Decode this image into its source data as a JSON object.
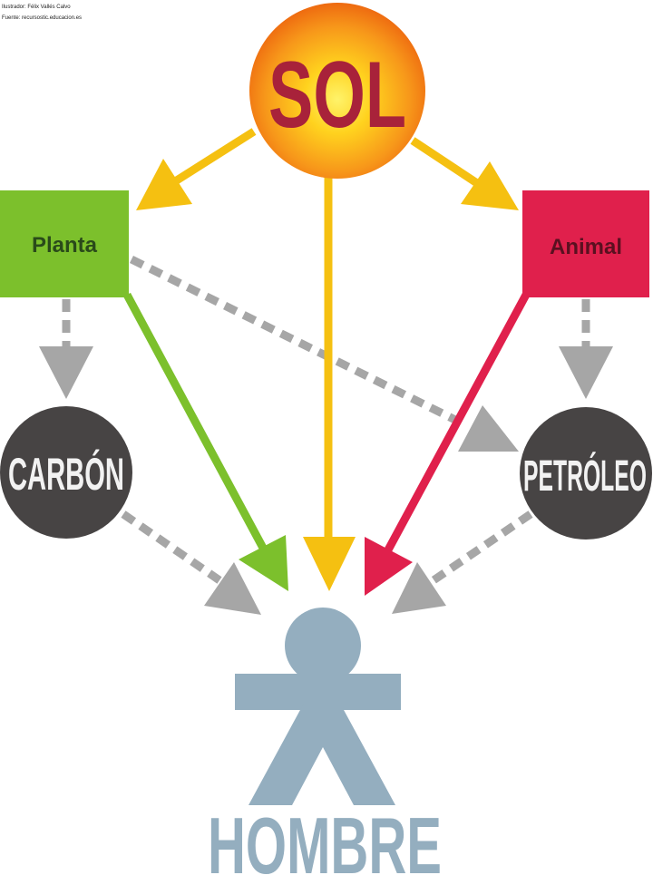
{
  "credits": {
    "illustrator": "Ilustrador: Félix Vallés Calvo",
    "source": "Fuente: recursostic.educacion.es"
  },
  "nodes": {
    "sun": {
      "label": "SOL",
      "color_outer": "#f07a12",
      "color_inner": "#ffe030",
      "text_color": "#a8223a"
    },
    "plant": {
      "label": "Planta",
      "fill": "#7cc02c",
      "text_color": "#2a4a1a"
    },
    "animal": {
      "label": "Animal",
      "fill": "#e0204c",
      "text_color": "#5a1020"
    },
    "coal": {
      "label": "CARBÓN",
      "fill": "#474444",
      "text_color": "#f2f2f2"
    },
    "oil": {
      "label": "PETRÓLEO",
      "fill": "#474444",
      "text_color": "#f2f2f2"
    },
    "human": {
      "label": "HOMBRE",
      "fill": "#94aebf"
    }
  },
  "edges": [
    {
      "from": "SOL",
      "to": "Planta",
      "style": "solid",
      "color": "#f5c011"
    },
    {
      "from": "SOL",
      "to": "Animal",
      "style": "solid",
      "color": "#f5c011"
    },
    {
      "from": "SOL",
      "to": "HOMBRE",
      "style": "solid",
      "color": "#f5c011"
    },
    {
      "from": "Planta",
      "to": "HOMBRE",
      "style": "solid",
      "color": "#7cc02c"
    },
    {
      "from": "Animal",
      "to": "HOMBRE",
      "style": "solid",
      "color": "#e0204c"
    },
    {
      "from": "Planta",
      "to": "CARBÓN",
      "style": "dashed",
      "color": "#a6a6a6"
    },
    {
      "from": "Planta",
      "to": "PETRÓLEO",
      "style": "dashed",
      "color": "#a6a6a6"
    },
    {
      "from": "Animal",
      "to": "PETRÓLEO",
      "style": "dashed",
      "color": "#a6a6a6"
    },
    {
      "from": "CARBÓN",
      "to": "HOMBRE",
      "style": "dashed",
      "color": "#a6a6a6"
    },
    {
      "from": "PETRÓLEO",
      "to": "HOMBRE",
      "style": "dashed",
      "color": "#a6a6a6"
    }
  ]
}
